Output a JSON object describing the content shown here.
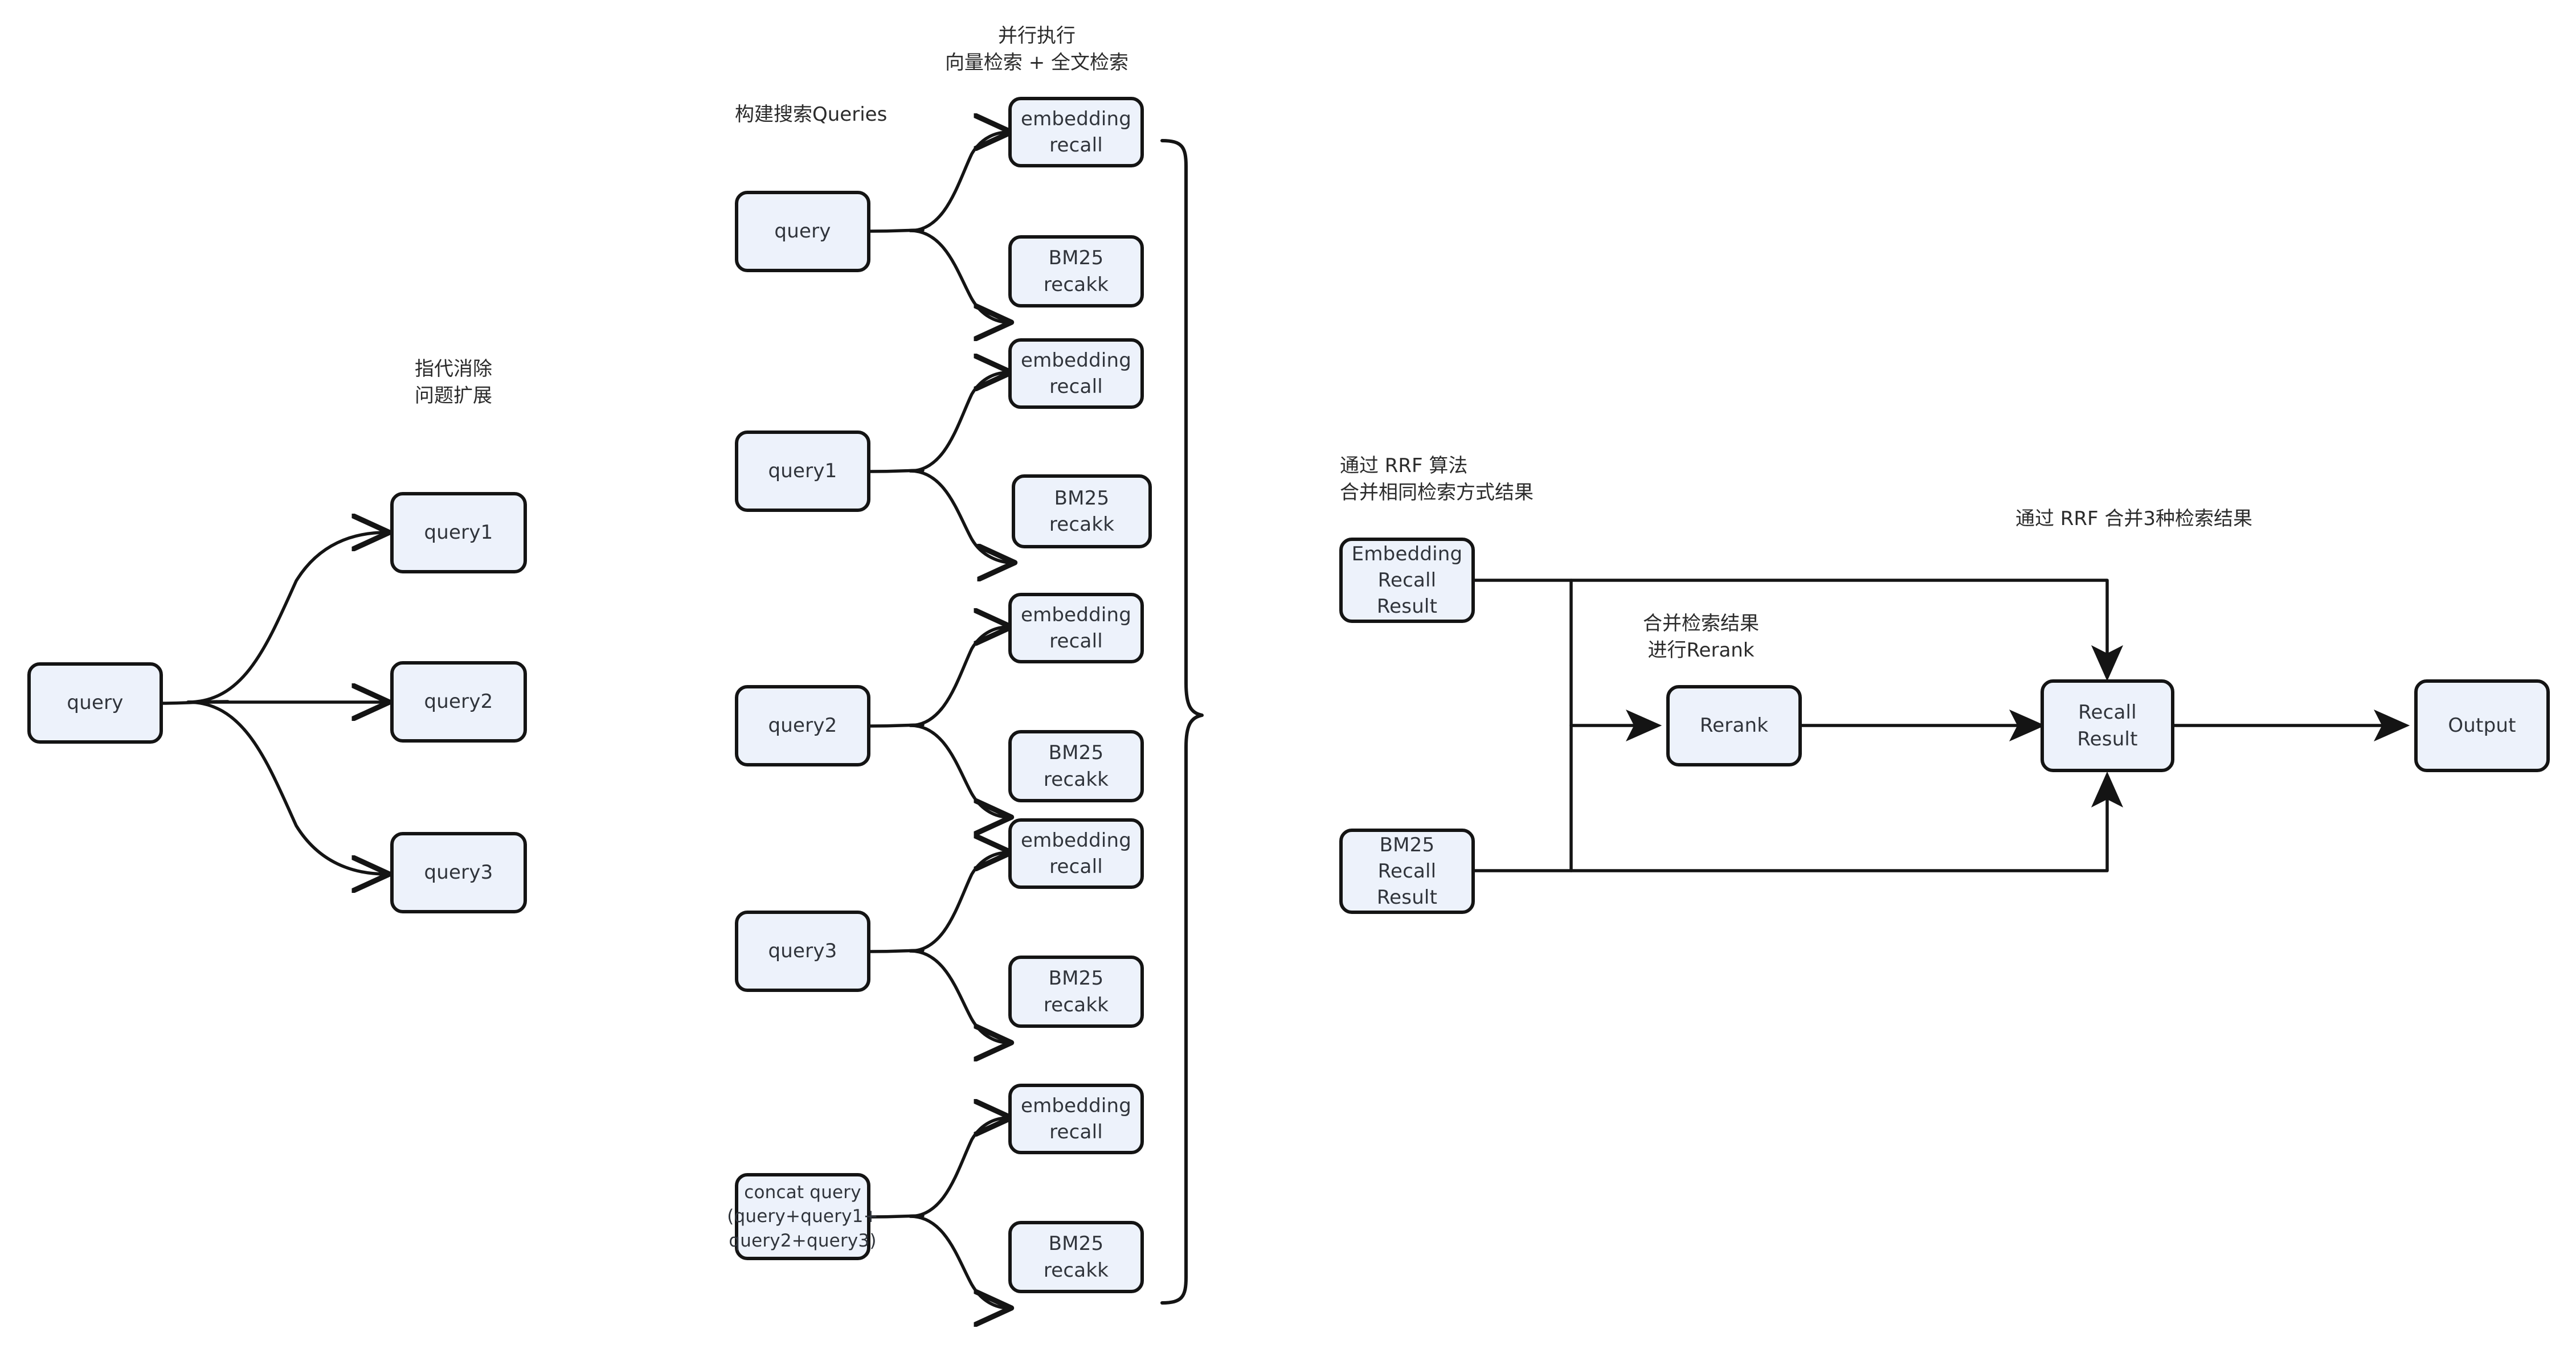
{
  "diagram": {
    "title": "RAG hybrid retrieval pipeline",
    "background_color": "#ffffff",
    "node_fill": "#edf2fb",
    "node_border": "#141414",
    "text_color": "#30343b",
    "edge_color": "#141414"
  },
  "notes": {
    "coref_expand": "指代消除\n问题扩展",
    "build_queries": "构建搜索Queries",
    "parallel_exec": "并行执行\n向量检索 + 全文检索",
    "rrf_same_method": "通过 RRF 算法\n合并相同检索方式结果",
    "merge_rerank": "合并检索结果\n进行Rerank",
    "rrf_three": "通过 RRF 合并3种检索结果"
  },
  "stage1": {
    "source": {
      "label": "query"
    },
    "expansions": [
      {
        "label": "query1"
      },
      {
        "label": "query2"
      },
      {
        "label": "query3"
      }
    ]
  },
  "stage2": {
    "groups": [
      {
        "query": {
          "label": "query"
        },
        "recalls": [
          {
            "label": "embedding\nrecall"
          },
          {
            "label": "BM25\nrecakk"
          }
        ]
      },
      {
        "query": {
          "label": "query1"
        },
        "recalls": [
          {
            "label": "embedding\nrecall"
          },
          {
            "label": "BM25\nrecakk"
          }
        ]
      },
      {
        "query": {
          "label": "query2"
        },
        "recalls": [
          {
            "label": "embedding\nrecall"
          },
          {
            "label": "BM25\nrecakk"
          }
        ]
      },
      {
        "query": {
          "label": "query3"
        },
        "recalls": [
          {
            "label": "embedding\nrecall"
          },
          {
            "label": "BM25\nrecakk"
          }
        ]
      },
      {
        "query": {
          "label": "concat query\n(query+query1+\nquery2+query3)"
        },
        "recalls": [
          {
            "label": "embedding\nrecall"
          },
          {
            "label": "BM25\nrecakk"
          }
        ]
      }
    ]
  },
  "stage3": {
    "embedding_recall_result": {
      "label": "Embedding\nRecall\nResult"
    },
    "bm25_recall_result": {
      "label": "BM25\nRecall\nResult"
    },
    "rerank": {
      "label": "Rerank"
    },
    "recall_result": {
      "label": "Recall\nResult"
    },
    "output": {
      "label": "Output"
    }
  }
}
